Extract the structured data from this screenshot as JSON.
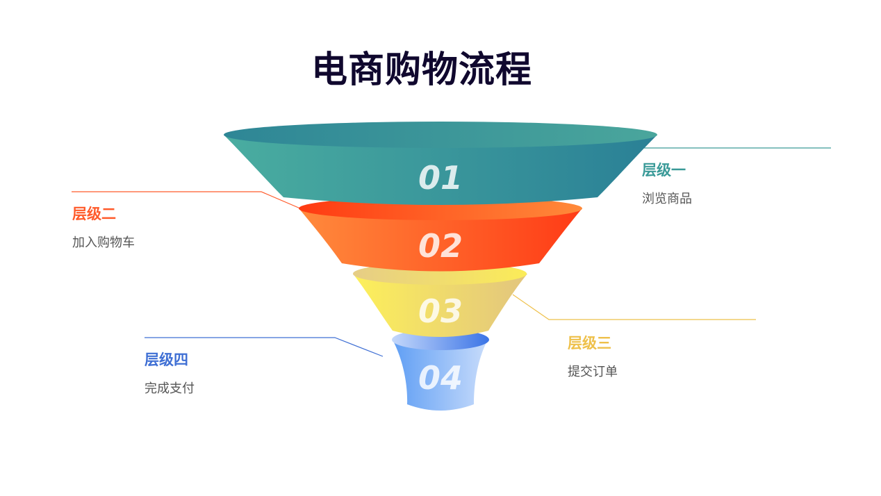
{
  "title": "电商购物流程",
  "stages": [
    {
      "number": "01",
      "level": "层级一",
      "description": "浏览商品",
      "color": "#3a9a98"
    },
    {
      "number": "02",
      "level": "层级二",
      "description": "加入购物车",
      "color": "#ff5a2a"
    },
    {
      "number": "03",
      "level": "层级三",
      "description": "提交订单",
      "color": "#eec04a"
    },
    {
      "number": "04",
      "level": "层级四",
      "description": "完成支付",
      "color": "#3f6fd4"
    }
  ]
}
